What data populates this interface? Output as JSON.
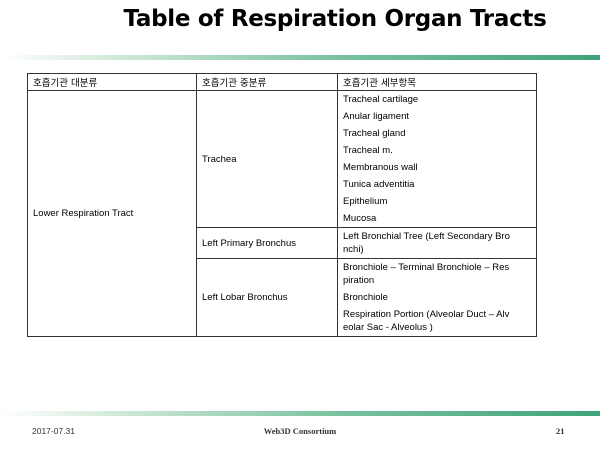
{
  "title": "Table of Respiration Organ Tracts",
  "table": {
    "headers": [
      "호흡기관 대분류",
      "호흡기관 중분류",
      "호흡기관 세부항목"
    ],
    "major": "Lower Respiration Tract",
    "groups": [
      {
        "name": "Trachea",
        "items": [
          "Tracheal cartilage",
          "Anular ligament",
          "Tracheal gland",
          "Tracheal m.",
          "Membranous wall",
          "Tunica adventitia",
          "Epithelium",
          "Mucosa"
        ]
      },
      {
        "name": "Left Primary Bronchus",
        "items": [
          "Left Bronchial Tree (Left Secondary Bro nchi)"
        ]
      },
      {
        "name": "Left Lobar Bronchus",
        "items": [
          "Bronchiole – Terminal Bronchiole – Res piration",
          "Bronchiole",
          "Respiration Portion (Alveolar Duct – Alv eolar Sac - Alveolus )"
        ]
      }
    ]
  },
  "footer": {
    "date": "2017-07.31",
    "org": "Web3D Consortium",
    "page": "21"
  }
}
